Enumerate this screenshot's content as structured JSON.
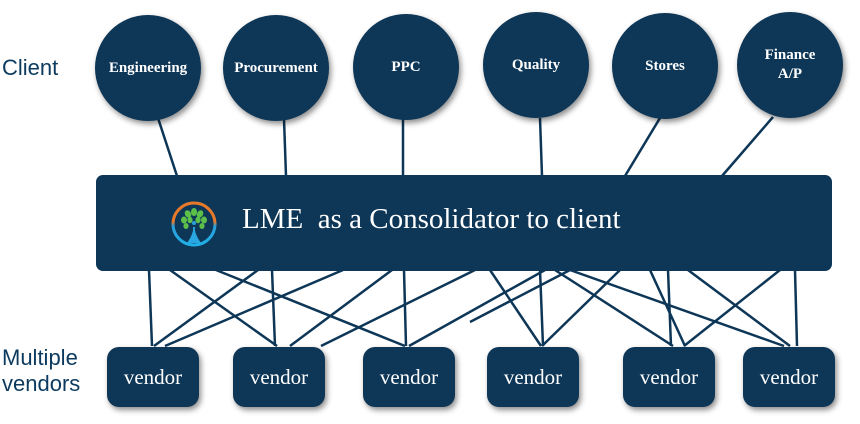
{
  "labels": {
    "client": "Client",
    "vendors_line1": "Multiple",
    "vendors_line2": "vendors"
  },
  "clients": [
    {
      "line1": "Engineering",
      "line2": ""
    },
    {
      "line1": "Procurement",
      "line2": ""
    },
    {
      "line1": "PPC",
      "line2": ""
    },
    {
      "line1": "Quality",
      "line2": ""
    },
    {
      "line1": "Stores",
      "line2": ""
    },
    {
      "line1": "Finance",
      "line2": "A/P"
    }
  ],
  "consolidator": {
    "title": "LME  as a Consolidator to client",
    "logo": "lme-tree-logo-icon"
  },
  "vendors": [
    {
      "label": "vendor"
    },
    {
      "label": "vendor"
    },
    {
      "label": "vendor"
    },
    {
      "label": "vendor"
    },
    {
      "label": "vendor"
    },
    {
      "label": "vendor"
    }
  ],
  "colors": {
    "node_fill": "#0d3657",
    "label_text": "#0b3a5e",
    "line": "#0d3657"
  }
}
